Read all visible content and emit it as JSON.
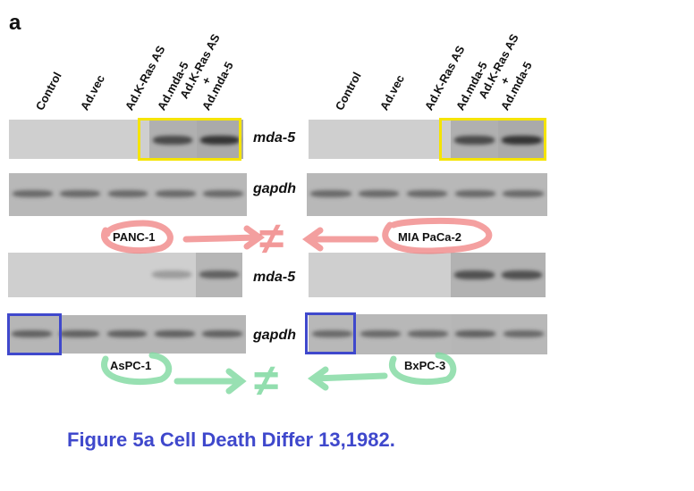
{
  "panel_letter": "a",
  "lanes": [
    "Control",
    "Ad.vec",
    "Ad.K-Ras AS",
    "Ad.mda-5",
    "Ad.K-Ras AS + Ad.mda-5"
  ],
  "genes": {
    "top_mda5": "mda-5",
    "top_gapdh": "gapdh",
    "bottom_mda5": "mda-5",
    "bottom_gapdh": "gapdh"
  },
  "cell_lines": {
    "top_left": "PANC-1",
    "top_right": "MIA PaCa-2",
    "bottom_left": "AsPC-1",
    "bottom_right": "BxPC-3"
  },
  "not_equal_symbol": "≠",
  "band_intensity": {
    "panc1_mda5": [
      0,
      0,
      0,
      0.75,
      0.9
    ],
    "panc1_gapdh": [
      0.55,
      0.55,
      0.55,
      0.55,
      0.55
    ],
    "mia_mda5": [
      0,
      0,
      0,
      0.75,
      0.9
    ],
    "mia_gapdh": [
      0.55,
      0.55,
      0.55,
      0.55,
      0.55
    ],
    "aspc1_mda5": [
      0,
      0,
      0,
      0.3,
      0.6
    ],
    "aspc1_gapdh": [
      0.6,
      0.6,
      0.6,
      0.6,
      0.6
    ],
    "bxpc3_mda5": [
      0,
      0,
      0,
      0.7,
      0.7
    ],
    "bxpc3_gapdh": [
      0.55,
      0.55,
      0.55,
      0.6,
      0.55
    ]
  },
  "colors": {
    "highlight_yellow": "#f5e400",
    "highlight_blue": "#3f48cc",
    "annot_red": "#f08080",
    "annot_green": "#7fd9a0"
  },
  "caption": "Figure 5a Cell Death Differ 13,1982."
}
